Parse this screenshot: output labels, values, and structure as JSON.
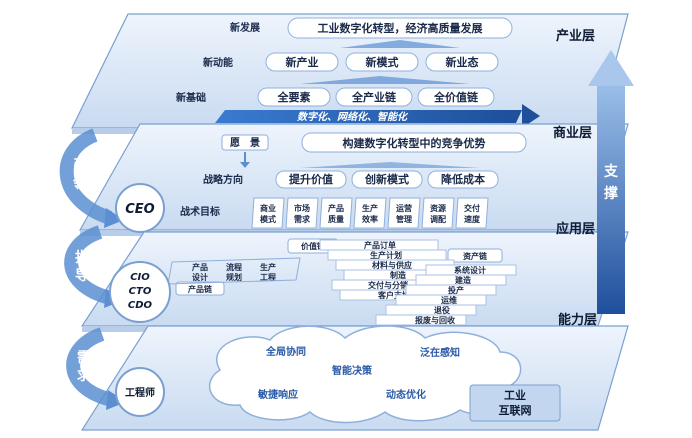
{
  "layers": {
    "industry": {
      "name": "产业层",
      "rows": [
        {
          "label": "新发展",
          "items": [
            "工业数字化转型，经济高质量发展"
          ]
        },
        {
          "label": "新动能",
          "items": [
            "新产业",
            "新模式",
            "新业态"
          ]
        },
        {
          "label": "新基础",
          "items": [
            "全要素",
            "全产业链",
            "全价值链"
          ]
        }
      ],
      "band": "数字化、网络化、智能化"
    },
    "business": {
      "name": "商业层",
      "role": "CEO",
      "vision_label": "愿　景",
      "vision_text": "构建数字化转型中的竞争优势",
      "strategy_label": "战略方向",
      "strategy_items": [
        "提升价值",
        "创新模式",
        "降低成本"
      ],
      "tactic_label": "战术目标",
      "tactic_items": [
        "商业\n模式",
        "市场\n需求",
        "产品\n质量",
        "生产\n效率",
        "运营\n管理",
        "资源\n调配",
        "交付\n速度"
      ]
    },
    "application": {
      "name": "应用层",
      "roles": [
        "CIO",
        "CTO",
        "CDO"
      ],
      "value_chain": "价值链",
      "product_chain": "产品链",
      "asset_chain": "资产链",
      "product_items": [
        "产品\n设计",
        "流程\n规划",
        "生产\n工程"
      ],
      "value_items": [
        "产品订单",
        "生产计划",
        "材料与供应",
        "制造",
        "交付与分销",
        "客户支持"
      ],
      "asset_items": [
        "系统设计",
        "建造",
        "投产",
        "运维",
        "退役",
        "报废与回收"
      ]
    },
    "capability": {
      "name": "能力层",
      "role": "工程师",
      "clouds": [
        "全局协同",
        "智能决策",
        "泛在感知",
        "敏捷响应",
        "动态优化"
      ],
      "platform": "工业\n互联网"
    }
  },
  "side_labels": {
    "guide": "引领",
    "direct": "指导",
    "demand": "需求"
  },
  "support": "支撑",
  "colors": {
    "layer_fill": "#dbe7f6",
    "layer_edge": "#7aa0d0",
    "accent": "#2f6fc0",
    "arrow": "#5b8fd1"
  }
}
